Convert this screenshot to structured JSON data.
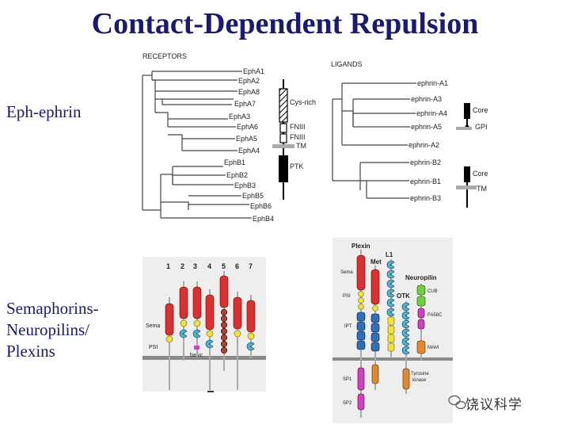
{
  "title": "Contact-Dependent Repulsion",
  "sections": {
    "eph": "Eph-ephrin",
    "sema": [
      "Semaphorins-",
      "Neuropilins/",
      "Plexins"
    ]
  },
  "receptors": {
    "heading": "RECEPTORS",
    "leaves": [
      "EphA1",
      "EphA2",
      "EphA8",
      "EphA7",
      "EphA3",
      "EphA6",
      "EphA5",
      "EphA4",
      "EphB1",
      "EphB2",
      "EphB3",
      "EphB5",
      "EphB6",
      "EphB4"
    ],
    "domains": [
      "Cys-rich",
      "FNIII",
      "FNIII",
      "TM",
      "PTK"
    ]
  },
  "ligands": {
    "heading": "LIGANDS",
    "leaves": [
      "ephrin-A1",
      "ephrin-A3",
      "ephrin-A4",
      "ephrin-A5",
      "ephrin-A2",
      "ephrin-B2",
      "ephrin-B1",
      "ephrin-B3"
    ],
    "a_domains": [
      "Core",
      "GPI"
    ],
    "b_domains": [
      "Core",
      "TM"
    ]
  },
  "semaphorins": {
    "classes": [
      "1",
      "2",
      "3",
      "4",
      "5",
      "6",
      "7"
    ],
    "labels": [
      "Sema",
      "PSI",
      "basic"
    ]
  },
  "plexins": {
    "names": [
      "Plexin",
      "Met",
      "L1",
      "OTK",
      "Neuropilin"
    ],
    "left_labels": [
      "Sema",
      "PSI",
      "IPT",
      "SP1",
      "SP2"
    ],
    "right_labels": [
      "CUB",
      "FA58C",
      "MAM",
      "Tyrosine",
      "kinase"
    ]
  },
  "watermark": "饶议科学"
}
